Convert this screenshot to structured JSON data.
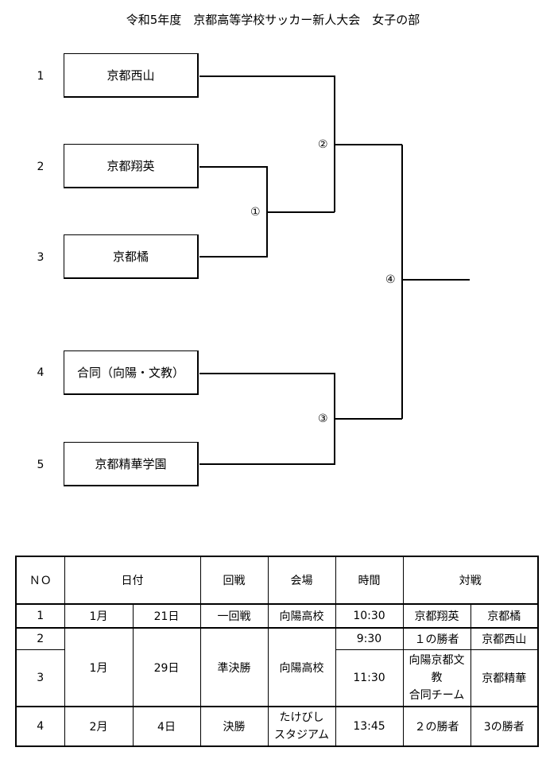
{
  "title": "令和5年度　京都高等学校サッカー新人大会　女子の部",
  "teams": [
    {
      "no": "1",
      "name": "京都西山"
    },
    {
      "no": "2",
      "name": "京都翔英"
    },
    {
      "no": "3",
      "name": "京都橘"
    },
    {
      "no": "4",
      "name": "合同（向陽・文教）"
    },
    {
      "no": "5",
      "name": "京都精華学園"
    }
  ],
  "matches": [
    "①",
    "②",
    "③",
    "④"
  ],
  "schedule": {
    "headers": {
      "no": "ＮＯ",
      "date": "日付",
      "round": "回戦",
      "venue": "会場",
      "time": "時間",
      "match": "対戦"
    },
    "rows": [
      {
        "no": "1",
        "month": "1月",
        "day": "21日",
        "round": "一回戦",
        "venue": "向陽高校",
        "time": "10:30",
        "a": "京都翔英",
        "b": "京都橘"
      },
      {
        "no": "2",
        "time": "9:30",
        "a": "１の勝者",
        "b": "京都西山"
      },
      {
        "no": "3",
        "month": "1月",
        "day": "29日",
        "round": "準決勝",
        "venue": "向陽高校",
        "time": "11:30",
        "a_lines": [
          "向陽京都文",
          "教",
          "合同チーム"
        ],
        "b": "京都精華"
      },
      {
        "no": "4",
        "month": "2月",
        "day": "4日",
        "round": "決勝",
        "venue_lines": [
          "たけびし",
          "スタジアム"
        ],
        "time": "13:45",
        "a": "２の勝者",
        "b": "3の勝者"
      }
    ]
  }
}
